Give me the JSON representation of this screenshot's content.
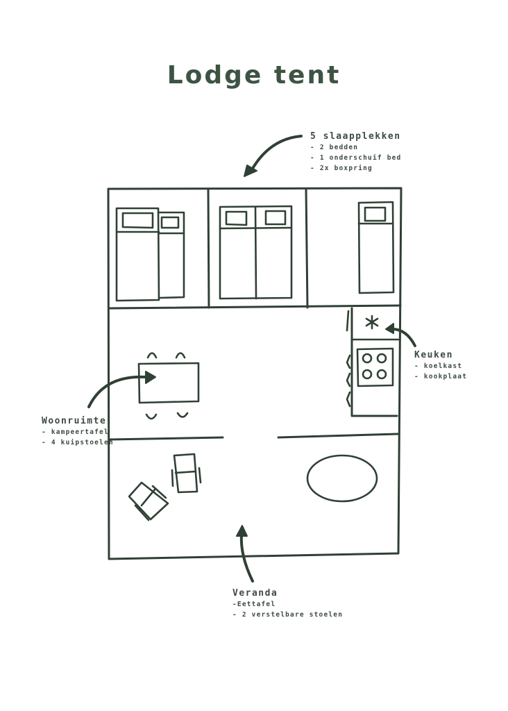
{
  "title": "Lodge tent",
  "colors": {
    "ink": "#2f4034",
    "title": "#3d5443",
    "background": "#ffffff"
  },
  "labels": {
    "sleeping": {
      "heading": "5 slaapplekken",
      "items": [
        "- 2 bedden",
        "- 1 onderschuif bed",
        "- 2x boxpring"
      ]
    },
    "kitchen": {
      "heading": "Keuken",
      "items": [
        "- koelkast",
        "- kookplaat"
      ]
    },
    "living": {
      "heading": "Woonruimte",
      "items": [
        "- kampeertafel",
        "- 4 kuipstoelen"
      ]
    },
    "veranda": {
      "heading": "Veranda",
      "items": [
        "-Eettafel",
        "- 2 verstelbare stoelen"
      ]
    }
  },
  "icons": {
    "fridge": "snowflake-icon",
    "stove": "four-burner-cooktop-icon"
  }
}
